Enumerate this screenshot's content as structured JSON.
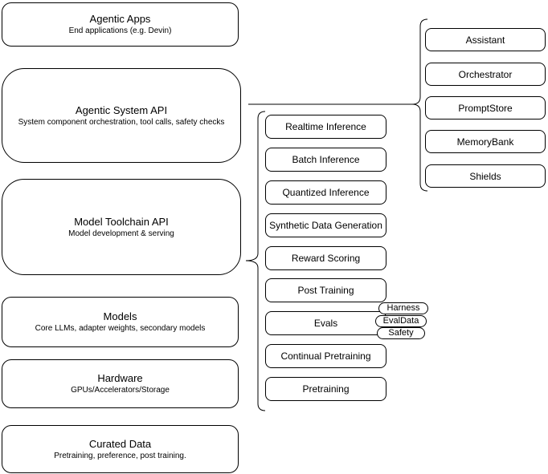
{
  "diagram": {
    "left_stack": [
      {
        "title": "Agentic Apps",
        "subtitle": "End applications (e.g. Devin)"
      },
      {
        "title": "Agentic System API",
        "subtitle": "System component orchestration, tool calls, safety checks"
      },
      {
        "title": "Model Toolchain API",
        "subtitle": "Model development & serving"
      },
      {
        "title": "Models",
        "subtitle": "Core LLMs, adapter weights, secondary models"
      },
      {
        "title": "Hardware",
        "subtitle": "GPUs/Accelerators/Storage"
      },
      {
        "title": "Curated Data",
        "subtitle": "Pretraining, preference, post training."
      }
    ],
    "toolchain_items": [
      "Realtime Inference",
      "Batch Inference",
      "Quantized Inference",
      "Synthetic Data Generation",
      "Reward Scoring",
      "Post Training",
      "Evals",
      "Continual Pretraining",
      "Pretraining"
    ],
    "evals_tags": [
      "Harness",
      "EvalData",
      "Safety"
    ],
    "system_items": [
      "Assistant",
      "Orchestrator",
      "PromptStore",
      "MemoryBank",
      "Shields"
    ],
    "colors": {
      "stroke": "#000000",
      "fill": "#ffffff",
      "background": "#ffffff",
      "text": "#000000"
    }
  }
}
